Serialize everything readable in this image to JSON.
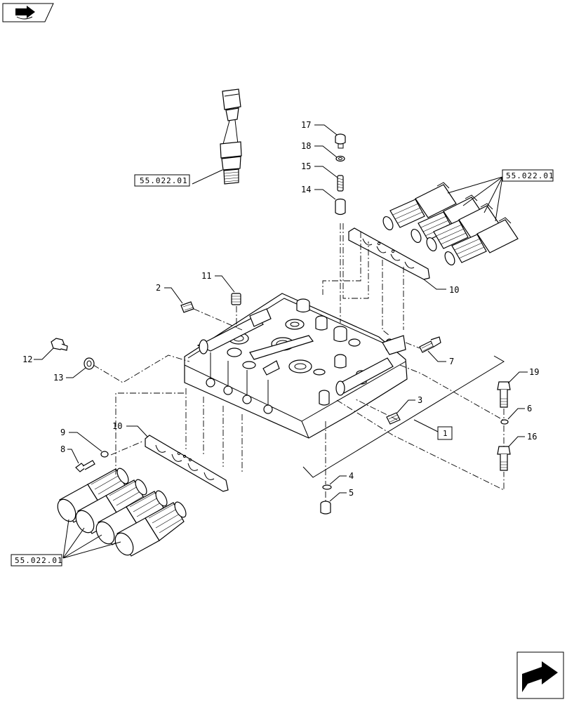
{
  "nav": {
    "top_icon": "book-arrow-icon",
    "bottom_icon": "next-page-arrow-icon"
  },
  "refs": {
    "sensor": "55.022.01",
    "upper_solenoids": "55.022.01",
    "lower_solenoids": "55.022.01",
    "assembly": "1"
  },
  "callouts": [
    "17",
    "18",
    "15",
    "14",
    "11",
    "2",
    "12",
    "13",
    "10",
    "7",
    "3",
    "9",
    "8",
    "10",
    "19",
    "6",
    "16",
    "4",
    "5"
  ]
}
